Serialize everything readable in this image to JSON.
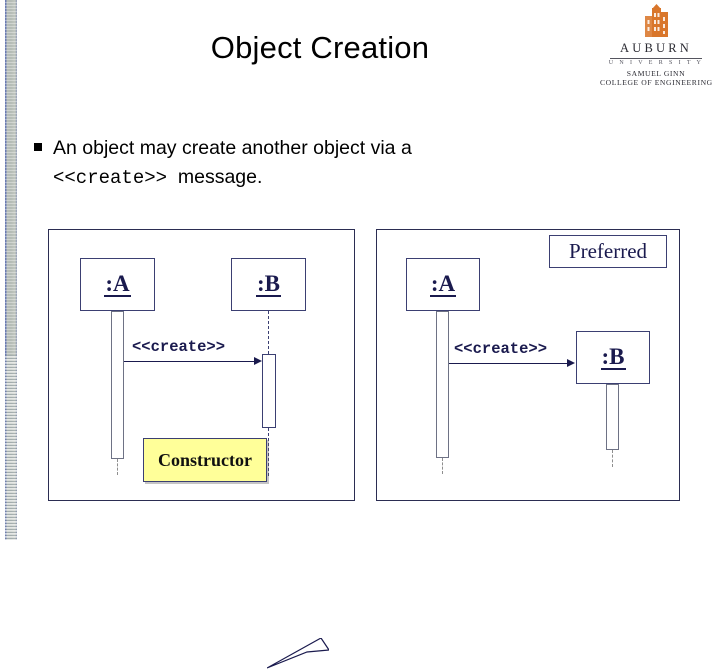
{
  "slide": {
    "title": "Object Creation"
  },
  "logo": {
    "mark_icon": "auburn-tower-icon",
    "mark_color": "#d9762b",
    "name": "AUBURN",
    "subtitle": "U N I V E R S I T Y",
    "college_line1": "SAMUEL GINN",
    "college_line2": "COLLEGE OF ENGINEERING"
  },
  "bullet": {
    "marker": "square-bullet",
    "text_before": "An object may create another object via a",
    "mono_token": "<<create>>",
    "text_after": "message."
  },
  "diagram_left": {
    "name": "sequence-diagram-create-with-constructor",
    "objects": [
      {
        "label": ":A"
      },
      {
        "label": ":B"
      }
    ],
    "message": "<<create>>",
    "note": "Constructor"
  },
  "diagram_right": {
    "name": "sequence-diagram-create-preferred",
    "badge": "Preferred",
    "objects": [
      {
        "label": ":A"
      },
      {
        "label": ":B"
      }
    ],
    "message": "<<create>>"
  },
  "colors": {
    "uml_navy": "#1a1a4e",
    "frame_border": "#2b2d52",
    "note_yellow": "#ffff99",
    "logo_orange": "#d9762b",
    "stripe_blue": "#6b7cb4"
  }
}
